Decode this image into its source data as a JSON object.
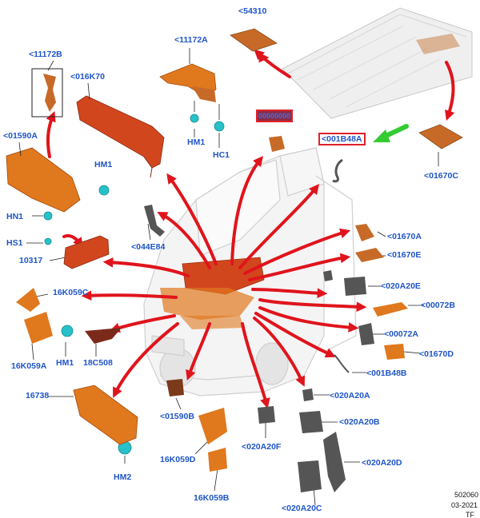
{
  "labels": {
    "p54310": "<54310",
    "p11172A": "<11172A",
    "p11172B": "<11172B",
    "p016K70": "<016K70",
    "p01590A": "<01590A",
    "hm1_top": "HM1",
    "hc1": "HC1",
    "hm1_left": "HM1",
    "hn1": "HN1",
    "hs1": "HS1",
    "p10317": "10317",
    "p044E84": "<044E84",
    "p001B48A": "<001B48A",
    "p01670C": "<01670C",
    "p01670A": "<01670A",
    "p01670E": "<01670E",
    "p020A20E": "<020A20E",
    "p00072B": "<00072B",
    "p00072A": "<00072A",
    "p01670D": "<01670D",
    "p001B48B": "<001B48B",
    "p16K059C": "16K059C",
    "p16K059A": "16K059A",
    "hm1_bottom": "HM1",
    "p18C508": "18C508",
    "p16738": "16738",
    "hm2": "HM2",
    "p01590B": "<01590B",
    "p16K059D": "16K059D",
    "p16K059B": "16K059B",
    "p020A20F": "<020A20F",
    "p020A20A": "<020A20A",
    "p020A20B": "<020A20B",
    "p020A20D": "<020A20D",
    "p020A20C": "<020A20C",
    "hidden": "00000000"
  },
  "footer": {
    "ref": "502060",
    "date": "03-2021",
    "initials": "TF"
  },
  "colors": {
    "label": "#1f55c8",
    "arrow": "#e0141c",
    "part_orange": "#e0781e",
    "part_red": "#d2461e",
    "part_tan": "#b76a2e",
    "clip_cyan": "#27c1c9",
    "grey_part": "#555555",
    "green_arrow": "#33cc33"
  }
}
